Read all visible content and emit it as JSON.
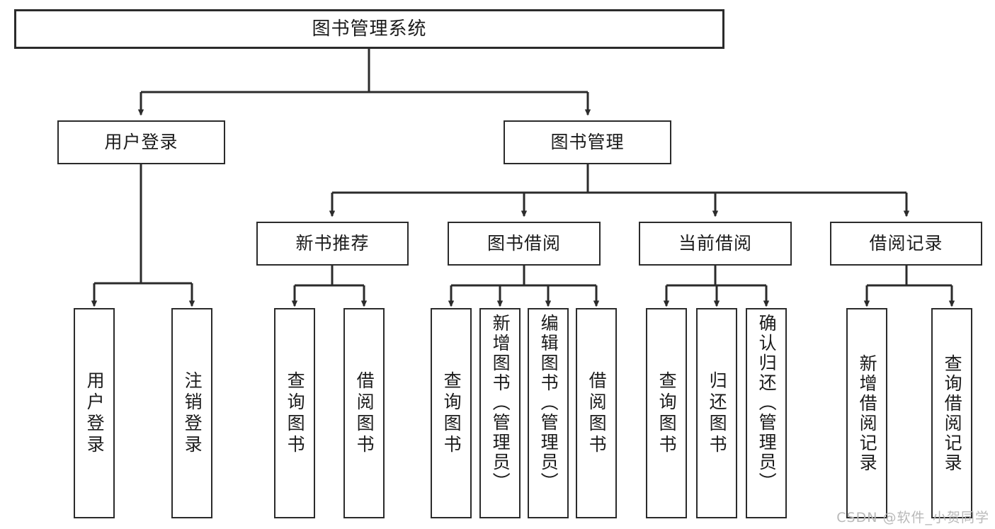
{
  "diagram": {
    "title": "图书管理系统",
    "type": "hierarchy-tree",
    "levels": 4,
    "colors": {
      "box_border": "#2b2b2b",
      "box_fill": "#ffffff",
      "connector": "#2b2b2b",
      "background": "#ffffff",
      "watermark": "#b9b9b9"
    },
    "root": {
      "label": "图书管理系统"
    },
    "level2": [
      {
        "label": "用户登录"
      },
      {
        "label": "图书管理"
      }
    ],
    "level3": [
      {
        "label": "新书推荐"
      },
      {
        "label": "图书借阅"
      },
      {
        "label": "当前借阅"
      },
      {
        "label": "借阅记录"
      }
    ],
    "leaves": {
      "user_login": [
        {
          "label": "用户登录"
        },
        {
          "label": "注销登录"
        }
      ],
      "new_book_recommend": [
        {
          "label": "查询图书"
        },
        {
          "label": "借阅图书"
        }
      ],
      "book_borrow": [
        {
          "label": "查询图书"
        },
        {
          "label": "新增图书（管理员）"
        },
        {
          "label": "编辑图书（管理员）"
        },
        {
          "label": "借阅图书"
        }
      ],
      "current_borrow": [
        {
          "label": "查询图书"
        },
        {
          "label": "归还图书"
        },
        {
          "label": "确认归还（管理员）"
        }
      ],
      "borrow_record": [
        {
          "label": "新增借阅记录"
        },
        {
          "label": "查询借阅记录"
        }
      ]
    }
  },
  "watermark": {
    "text": "CSDN @软件_小贺同学"
  }
}
